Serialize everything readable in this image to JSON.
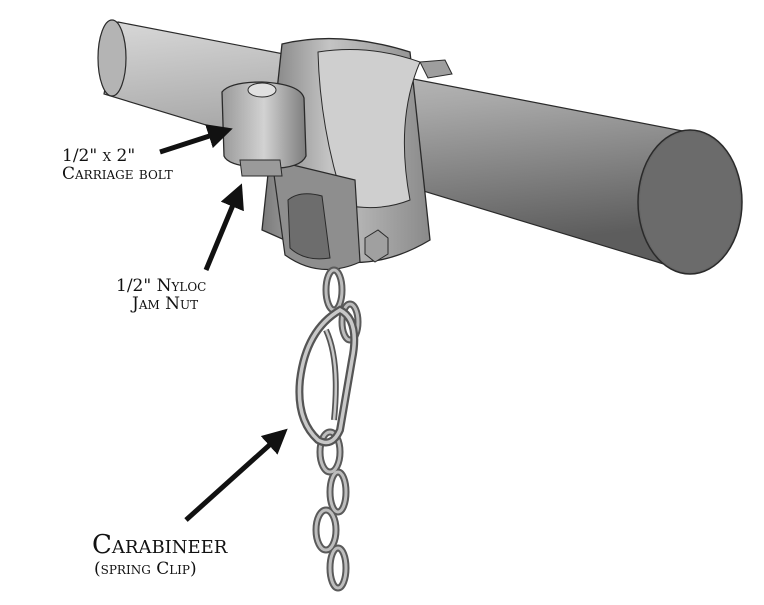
{
  "callouts": {
    "bolt": [
      "1/2\" x 2\"",
      "Carriage bolt"
    ],
    "nut": [
      "1/2\" Nyloc",
      "Jam Nut"
    ],
    "carabineer": {
      "title": "Carabineer",
      "subtitle": "(spring Clip)"
    }
  },
  "colors": {
    "metal_light": "#bdbdbd",
    "metal_mid": "#9a9a9a",
    "metal_dark": "#5a5a5a",
    "pipe_end": "#6b6b6b",
    "outline": "#2a2a2a",
    "arrow": "#111111"
  },
  "icons": {
    "pipe": "crossbar-pipe-icon",
    "clamp": "swing-hanger-clamp-icon",
    "bolt": "carriage-bolt-icon",
    "chain": "chain-icon",
    "carabiner": "spring-clip-icon"
  }
}
